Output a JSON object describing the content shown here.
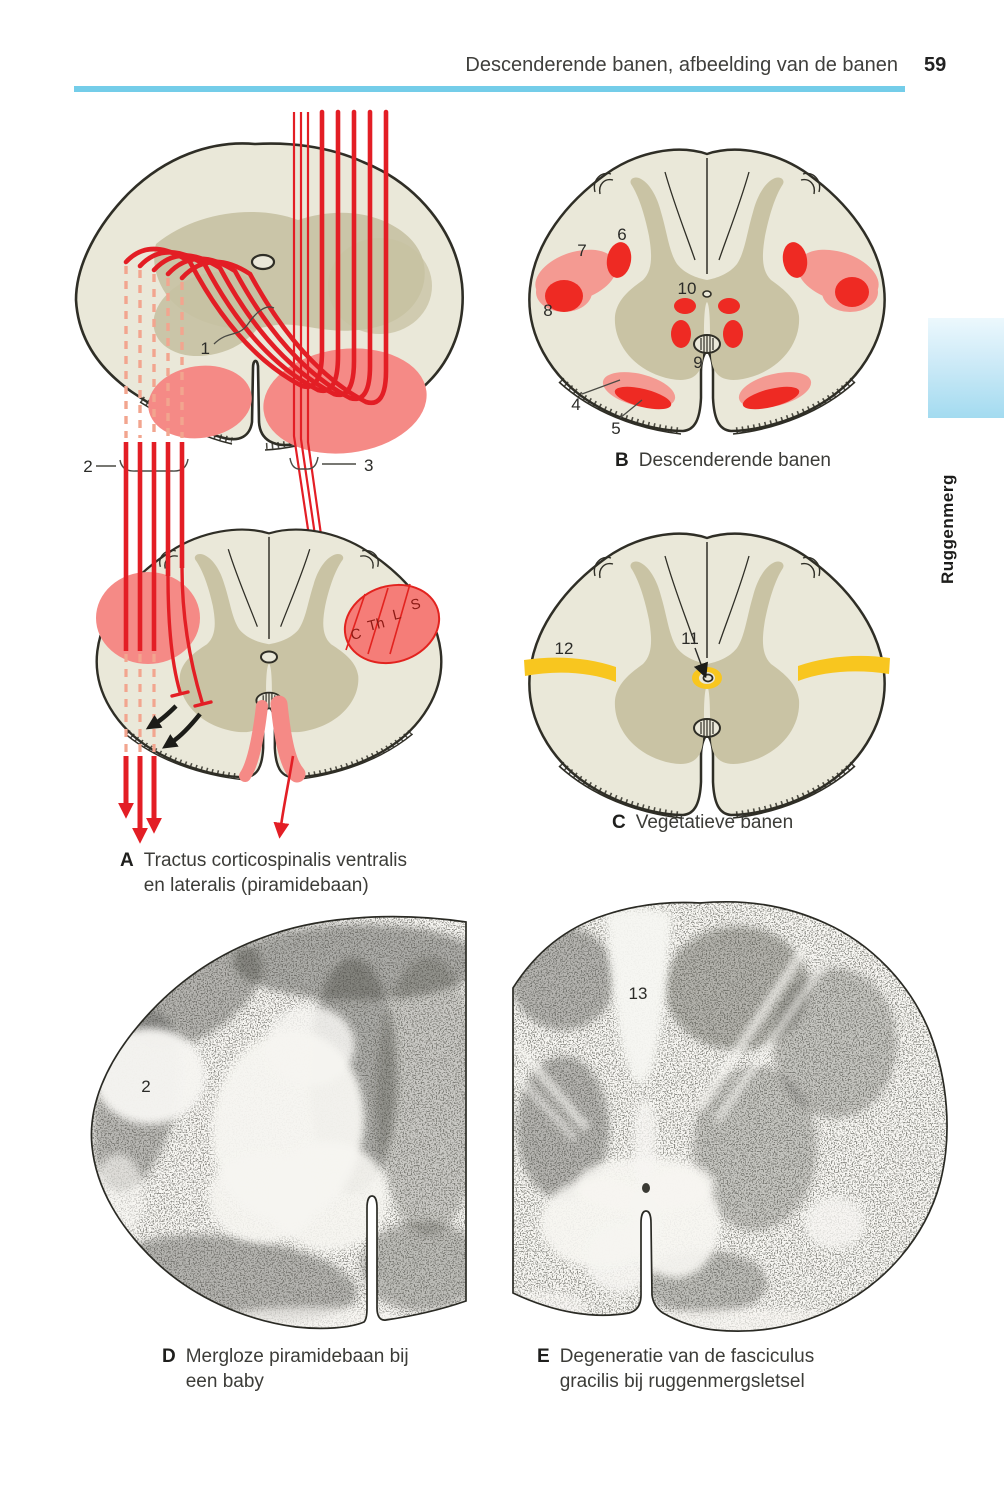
{
  "page": {
    "header_title": "Descenderende banen, afbeelding van de banen",
    "page_number": "59",
    "side_tab_label": "Ruggenmerg"
  },
  "colors": {
    "teal_rule": "#74cde9",
    "tab_gradient_top": "#ecf8fd",
    "tab_gradient_bottom": "#a3dbf0",
    "section_body_cream": "#eae8d9",
    "gray_matter_khaki": "#c9c3a4",
    "outline_ink": "#2f2e26",
    "tract_red": "#e31e25",
    "bright_red": "#ee2a23",
    "tract_pink": "#f58a86",
    "light_pink": "#f49a92",
    "salmon_dashed": "#f2a58f",
    "vegetative_yellow": "#f8c61f"
  },
  "figures": {
    "A": {
      "letter": "A",
      "caption": [
        "Tractus corticospinalis ventralis",
        "en lateralis (piramidebaan)"
      ],
      "numbers": {
        "n1": "1",
        "n2": "2",
        "n3": "3"
      },
      "somatotopy": [
        "C",
        "Th",
        "L",
        "S"
      ]
    },
    "B": {
      "letter": "B",
      "caption": "Descenderende banen",
      "numbers": {
        "n4": "4",
        "n5": "5",
        "n6": "6",
        "n7": "7",
        "n8": "8",
        "n9": "9",
        "n10": "10"
      }
    },
    "C": {
      "letter": "C",
      "caption": "Vegetatieve banen",
      "numbers": {
        "n11": "11",
        "n12": "12"
      }
    },
    "D": {
      "letter": "D",
      "caption": [
        "Mergloze piramidebaan bij",
        "een baby"
      ],
      "numbers": {
        "n2": "2"
      }
    },
    "E": {
      "letter": "E",
      "caption": [
        "Degeneratie van de fasciculus",
        "gracilis bij ruggenmergsletsel"
      ],
      "numbers": {
        "n13": "13"
      }
    }
  }
}
